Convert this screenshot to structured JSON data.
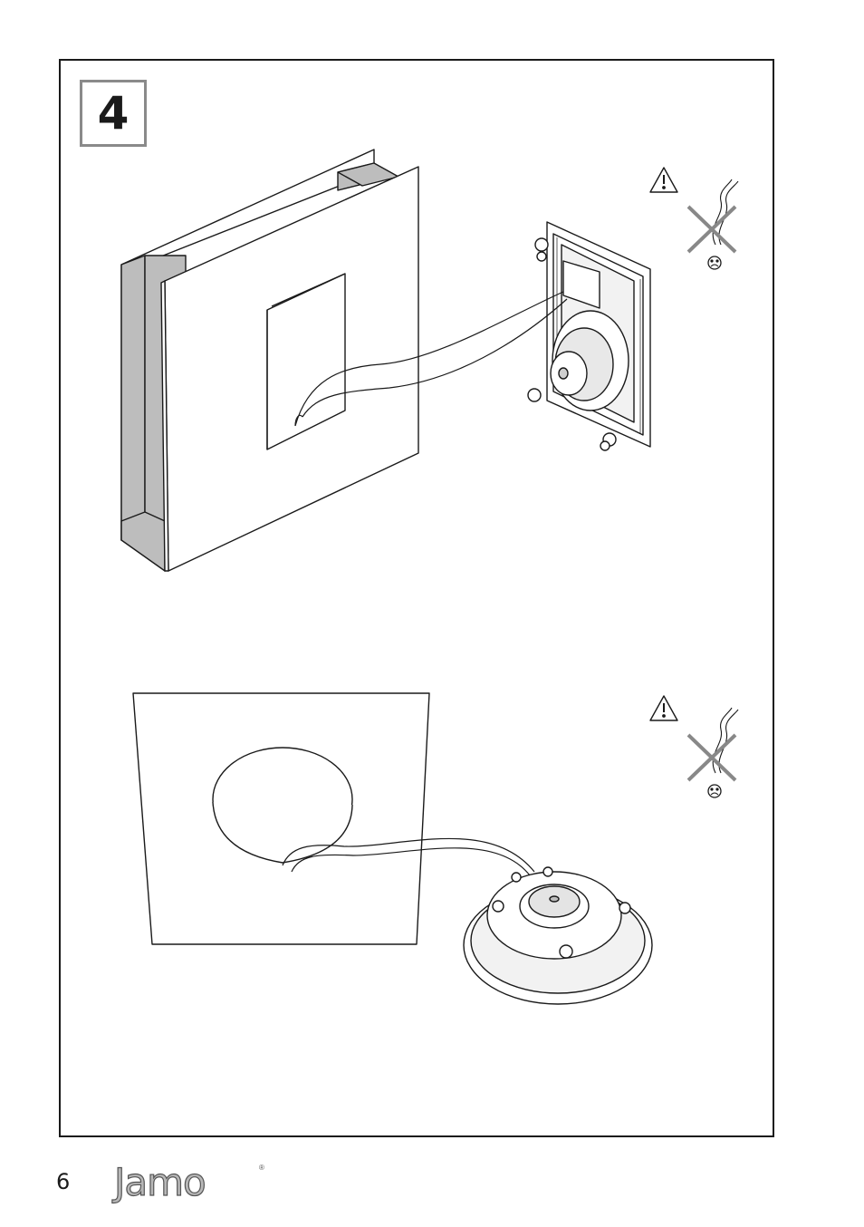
{
  "step": {
    "number": "4"
  },
  "footer": {
    "page_number": "6",
    "brand": "Jamo",
    "registered_mark": "®"
  },
  "colors": {
    "line": "#1a1a1a",
    "panel_gray": "#bdbdbd",
    "step_border": "#8a8a8a",
    "logo_fill": "#b8b8b8"
  },
  "icons": [
    "warning-triangle-icon",
    "crossed-wire-icon",
    "sad-face-icon"
  ]
}
